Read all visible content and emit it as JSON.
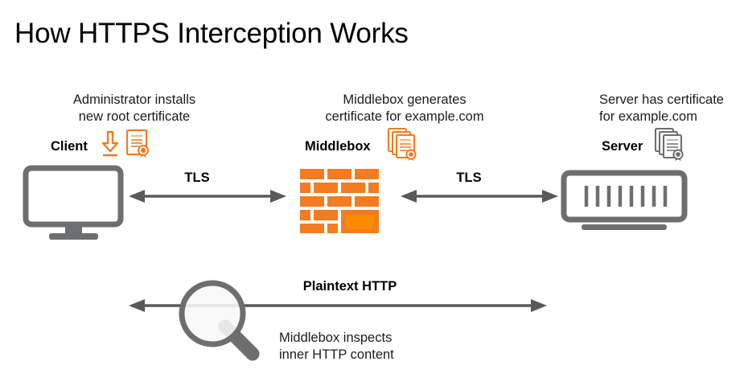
{
  "title": "How HTTPS Interception Works",
  "colors": {
    "orange": "#F47B20",
    "orange_bright": "#FB8B00",
    "gray": "#6D6E70",
    "arrow_gray": "#58595B",
    "text": "#1B1B1B",
    "background": "#FFFFFF"
  },
  "nodes": {
    "client": {
      "label": "Client",
      "caption_line1": "Administrator installs",
      "caption_line2": "new root certificate",
      "icon": "monitor-icon",
      "badge_icons": [
        "download-arrow-icon",
        "certificate-icon"
      ]
    },
    "middlebox": {
      "label": "Middlebox",
      "caption_line1": "Middlebox generates",
      "caption_line2": "certificate for example.com",
      "icon": "firewall-brick-wall-icon",
      "badge_icons": [
        "certificate-stack-icon"
      ]
    },
    "server": {
      "label": "Server",
      "caption_line1": "Server has certificate",
      "caption_line2": "for example.com",
      "icon": "server-rack-icon",
      "badge_icons": [
        "certificate-stack-gray-icon"
      ]
    }
  },
  "links": {
    "client_middlebox": {
      "label": "TLS",
      "icon": "double-arrow-icon"
    },
    "middlebox_server": {
      "label": "TLS",
      "icon": "double-arrow-icon"
    },
    "plaintext": {
      "label": "Plaintext HTTP",
      "icon": "double-arrow-icon",
      "note_line1": "Middlebox inspects",
      "note_line2": "inner HTTP content",
      "inspect_icon": "magnifying-glass-icon"
    }
  }
}
